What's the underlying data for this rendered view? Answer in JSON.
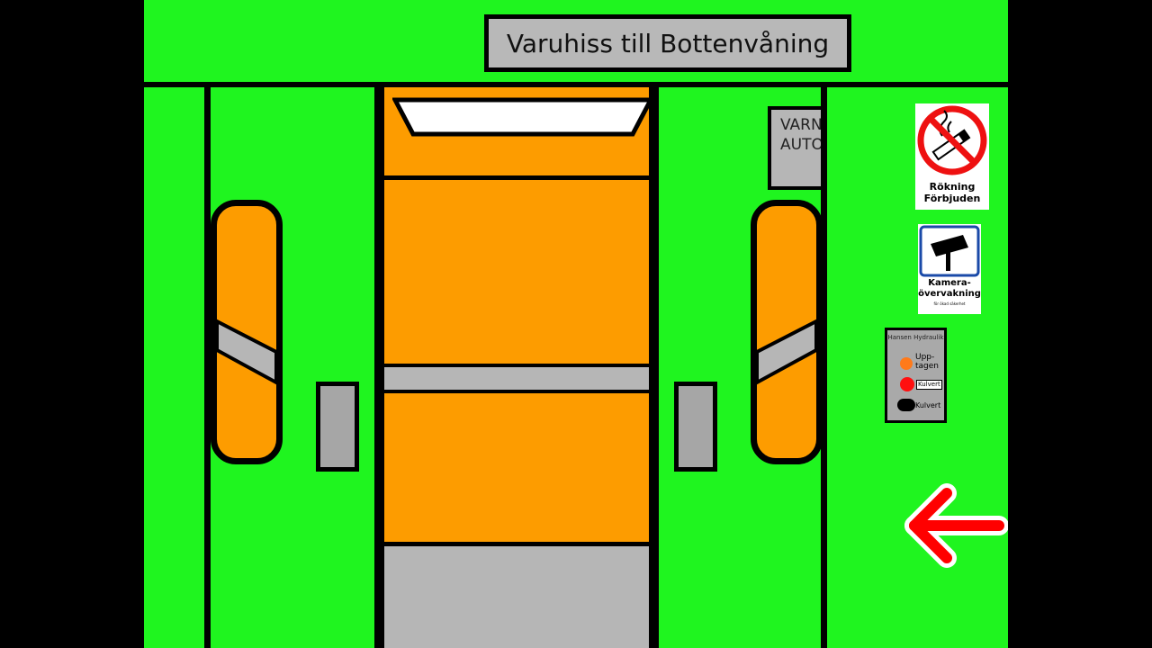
{
  "header": {
    "title": "Varuhiss till Bottenvåning"
  },
  "signs": {
    "warning_line1": "VARN",
    "warning_line2": "AUTO",
    "no_smoking_line1": "Rökning",
    "no_smoking_line2": "Förbjuden",
    "camera_line1": "Kamera-",
    "camera_line2": "övervakning",
    "camera_small": "för ökad säkerhet"
  },
  "control_panel": {
    "title": "Hansen Hydraulik",
    "occupied_line1": "Upp-",
    "occupied_line2": "tagen",
    "red_label": "Kulvert",
    "black_label": "Kulvert"
  },
  "colors": {
    "wall_green": "#1ff51f",
    "door_orange": "#fd9c00",
    "metal_grey": "#b6b6b6",
    "arrow_red": "#ff0000",
    "lamp_orange": "#ff7a1a",
    "lamp_red": "#ff1010"
  },
  "icons": {
    "nav_arrow": "arrow-left-icon",
    "no_smoking": "no-smoking-icon",
    "camera": "security-camera-icon"
  }
}
